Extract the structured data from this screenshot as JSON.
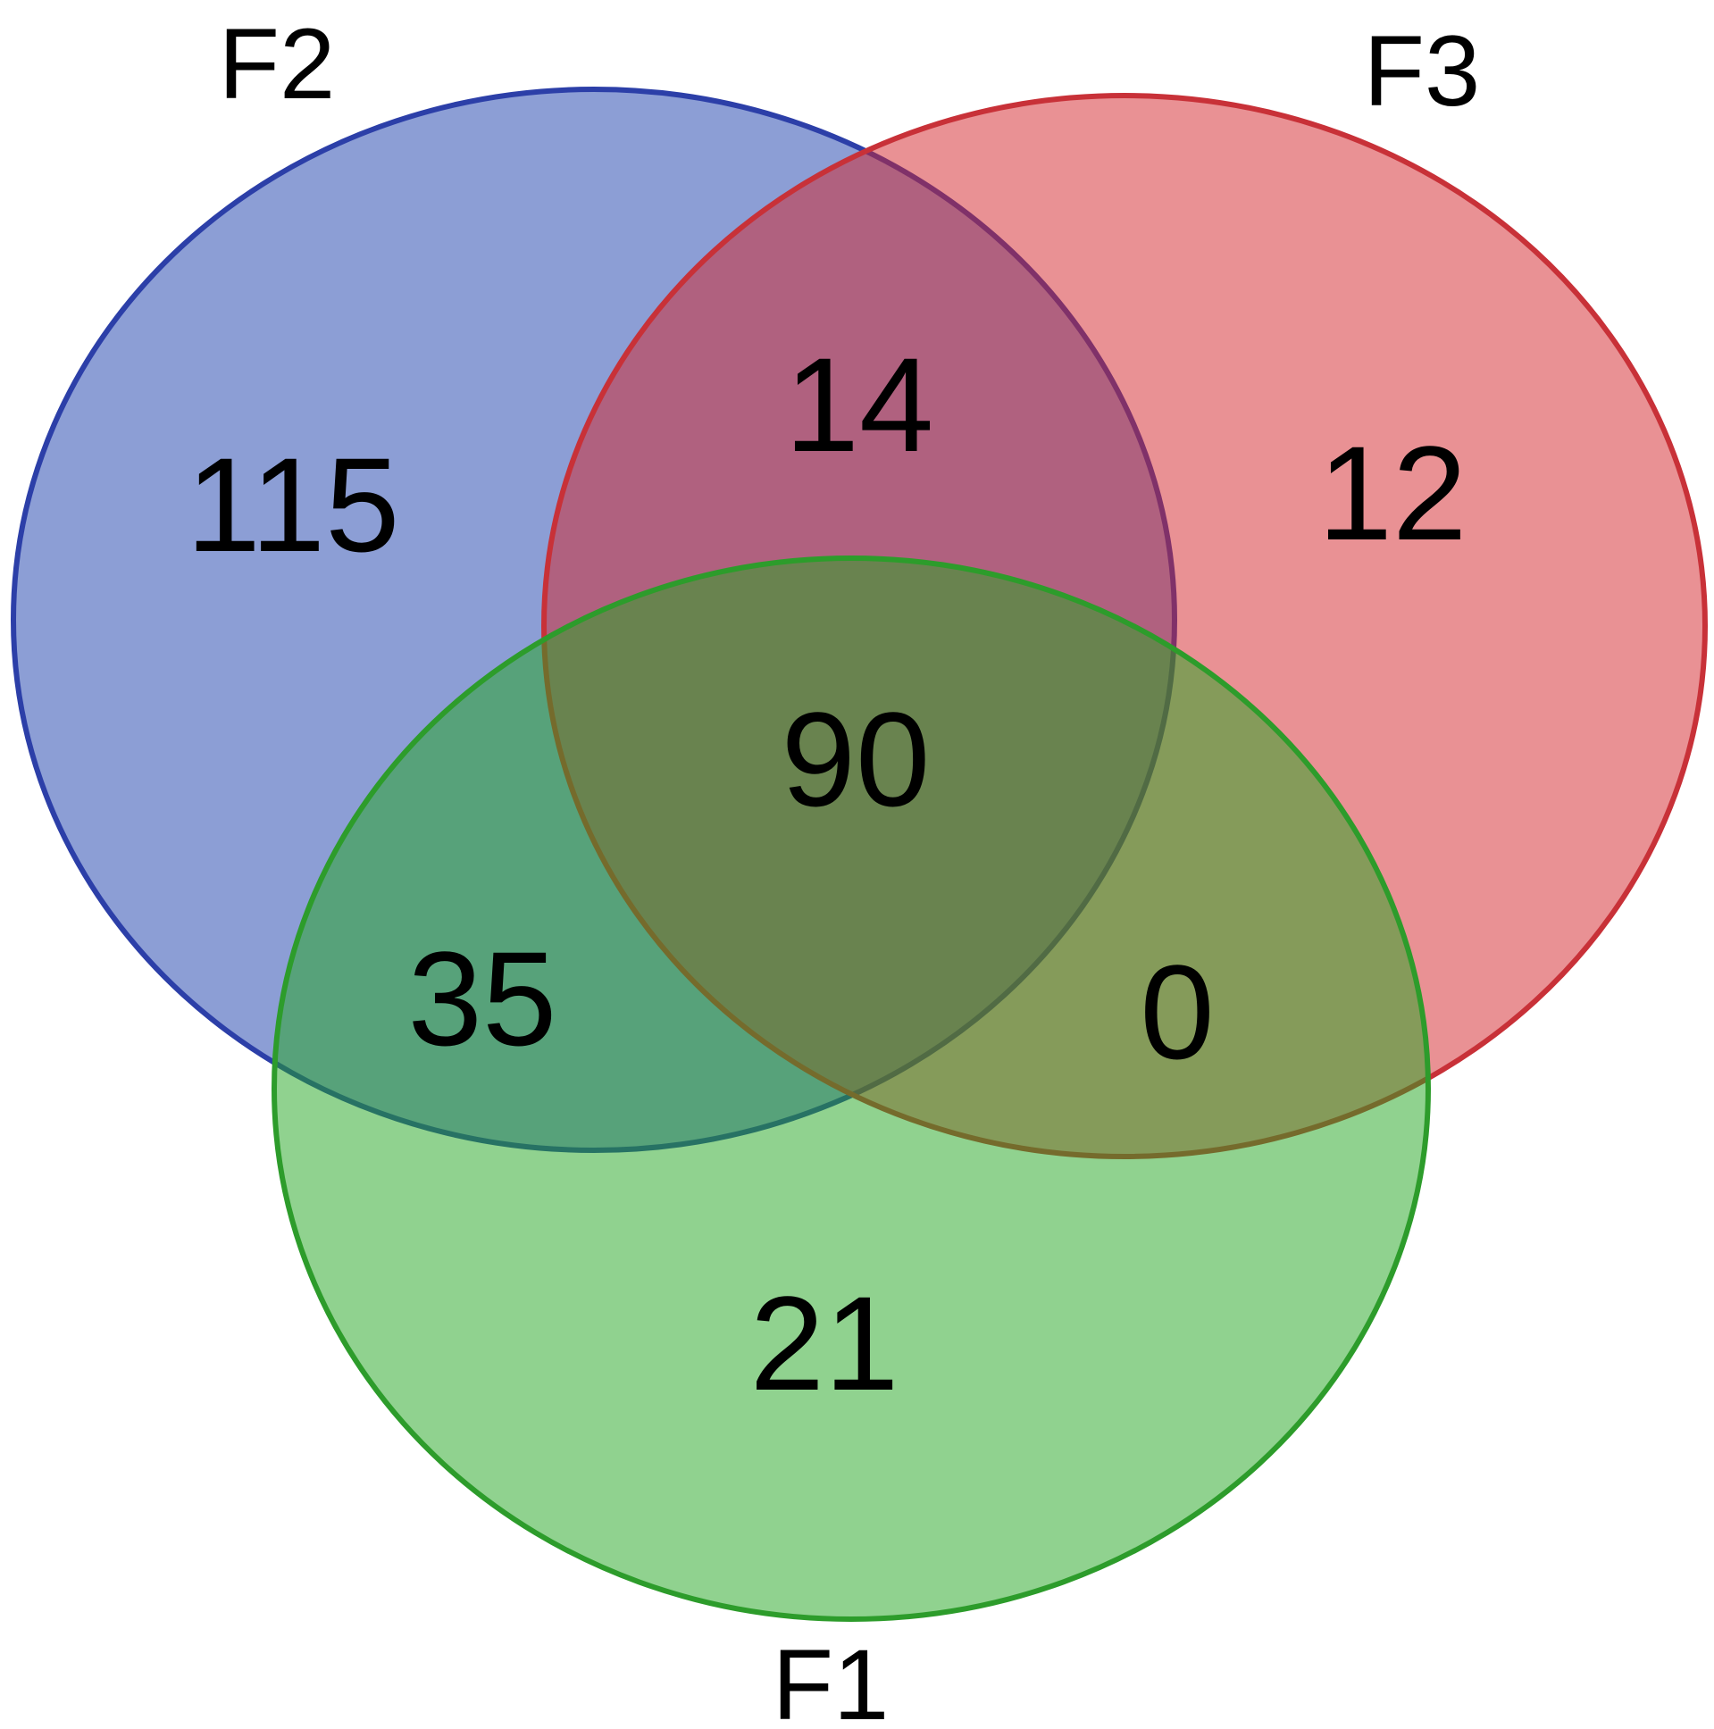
{
  "sets": [
    {
      "id": "F2",
      "label": "F2",
      "fill": "#1a3dac",
      "stroke": "#2c3fa8"
    },
    {
      "id": "F3",
      "label": "F3",
      "fill": "#d4232a",
      "stroke": "#c83138"
    },
    {
      "id": "F1",
      "label": "F1",
      "fill": "#22a51f",
      "stroke": "#2d9c2b"
    }
  ],
  "regions": {
    "f2_only": "115",
    "f2_f3": "14",
    "f3_only": "12",
    "all_three": "90",
    "f1_f2": "35",
    "f1_f3": "0",
    "f1_only": "21"
  }
}
